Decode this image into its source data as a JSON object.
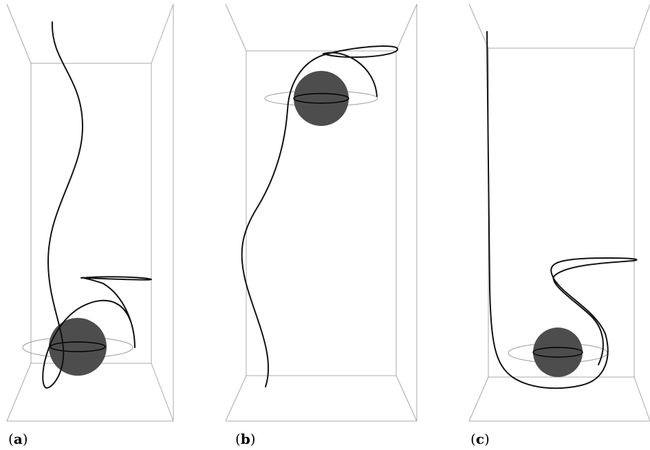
{
  "figure": {
    "panels": [
      {
        "id": "a",
        "label_open": "(",
        "label_letter": "a",
        "label_close": ")"
      },
      {
        "id": "b",
        "label_open": "(",
        "label_letter": "b",
        "label_close": ")"
      },
      {
        "id": "c",
        "label_open": "(",
        "label_letter": "c",
        "label_close": ")"
      }
    ],
    "colors": {
      "box_edges": "#a8a8a8",
      "trajectory": "#111111",
      "sphere": "#4d4d4d",
      "ring": "#9a9a9a"
    }
  }
}
